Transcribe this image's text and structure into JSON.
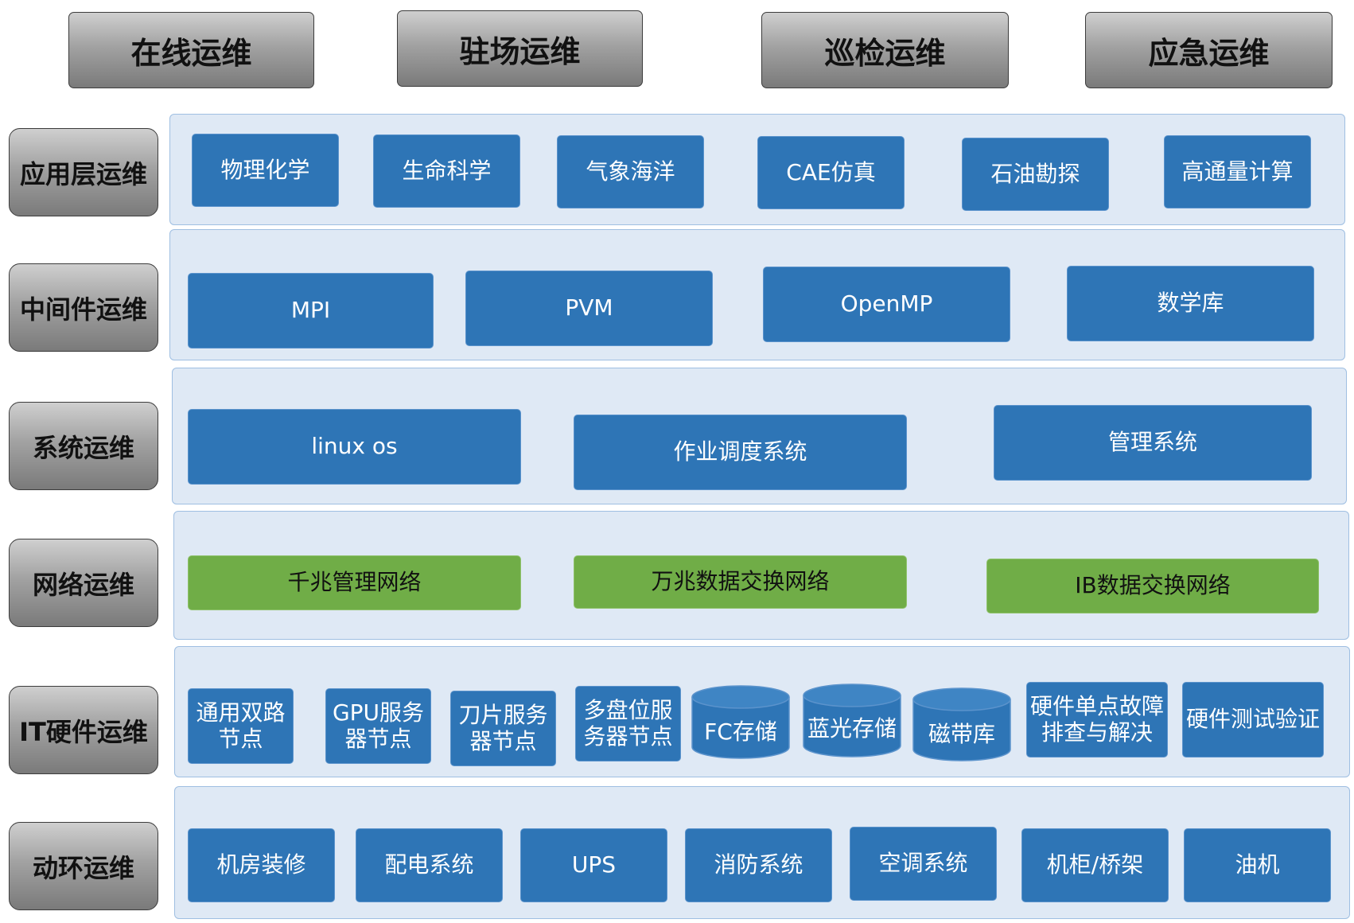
{
  "top_boxes": [
    "在线运维",
    "驻场运维",
    "巡检运维",
    "应急运维"
  ],
  "layers": [
    {
      "label": "应用层运维",
      "items": [
        "物理化学",
        "生命科学",
        "气象海洋",
        "CAE仿真",
        "石油勘探",
        "高通量计算"
      ]
    },
    {
      "label": "中间件运维",
      "items": [
        "MPI",
        "PVM",
        "OpenMP",
        "数学库"
      ]
    },
    {
      "label": "系统运维",
      "items": [
        "linux os",
        "作业调度系统",
        "管理系统"
      ]
    },
    {
      "label": "网络运维",
      "items": [
        "千兆管理网络",
        "万兆数据交换网络",
        "IB数据交换网络"
      ]
    },
    {
      "label": "IT硬件运维",
      "items": [
        "通用双路\n节点",
        "GPU服务\n器节点",
        "刀片服务\n器节点",
        "多盘位服\n务器节点",
        "FC存储",
        "蓝光存储",
        "磁带库",
        "硬件单点故障\n排查与解决",
        "硬件测试验证"
      ]
    },
    {
      "label": "动环运维",
      "items": [
        "机房装修",
        "配电系统",
        "UPS",
        "消防系统",
        "空调系统",
        "机柜/桥架",
        "油机"
      ]
    }
  ],
  "colors": {
    "blue": "#2e75b6",
    "green": "#70ad47",
    "panel": "#dfe9f5"
  }
}
